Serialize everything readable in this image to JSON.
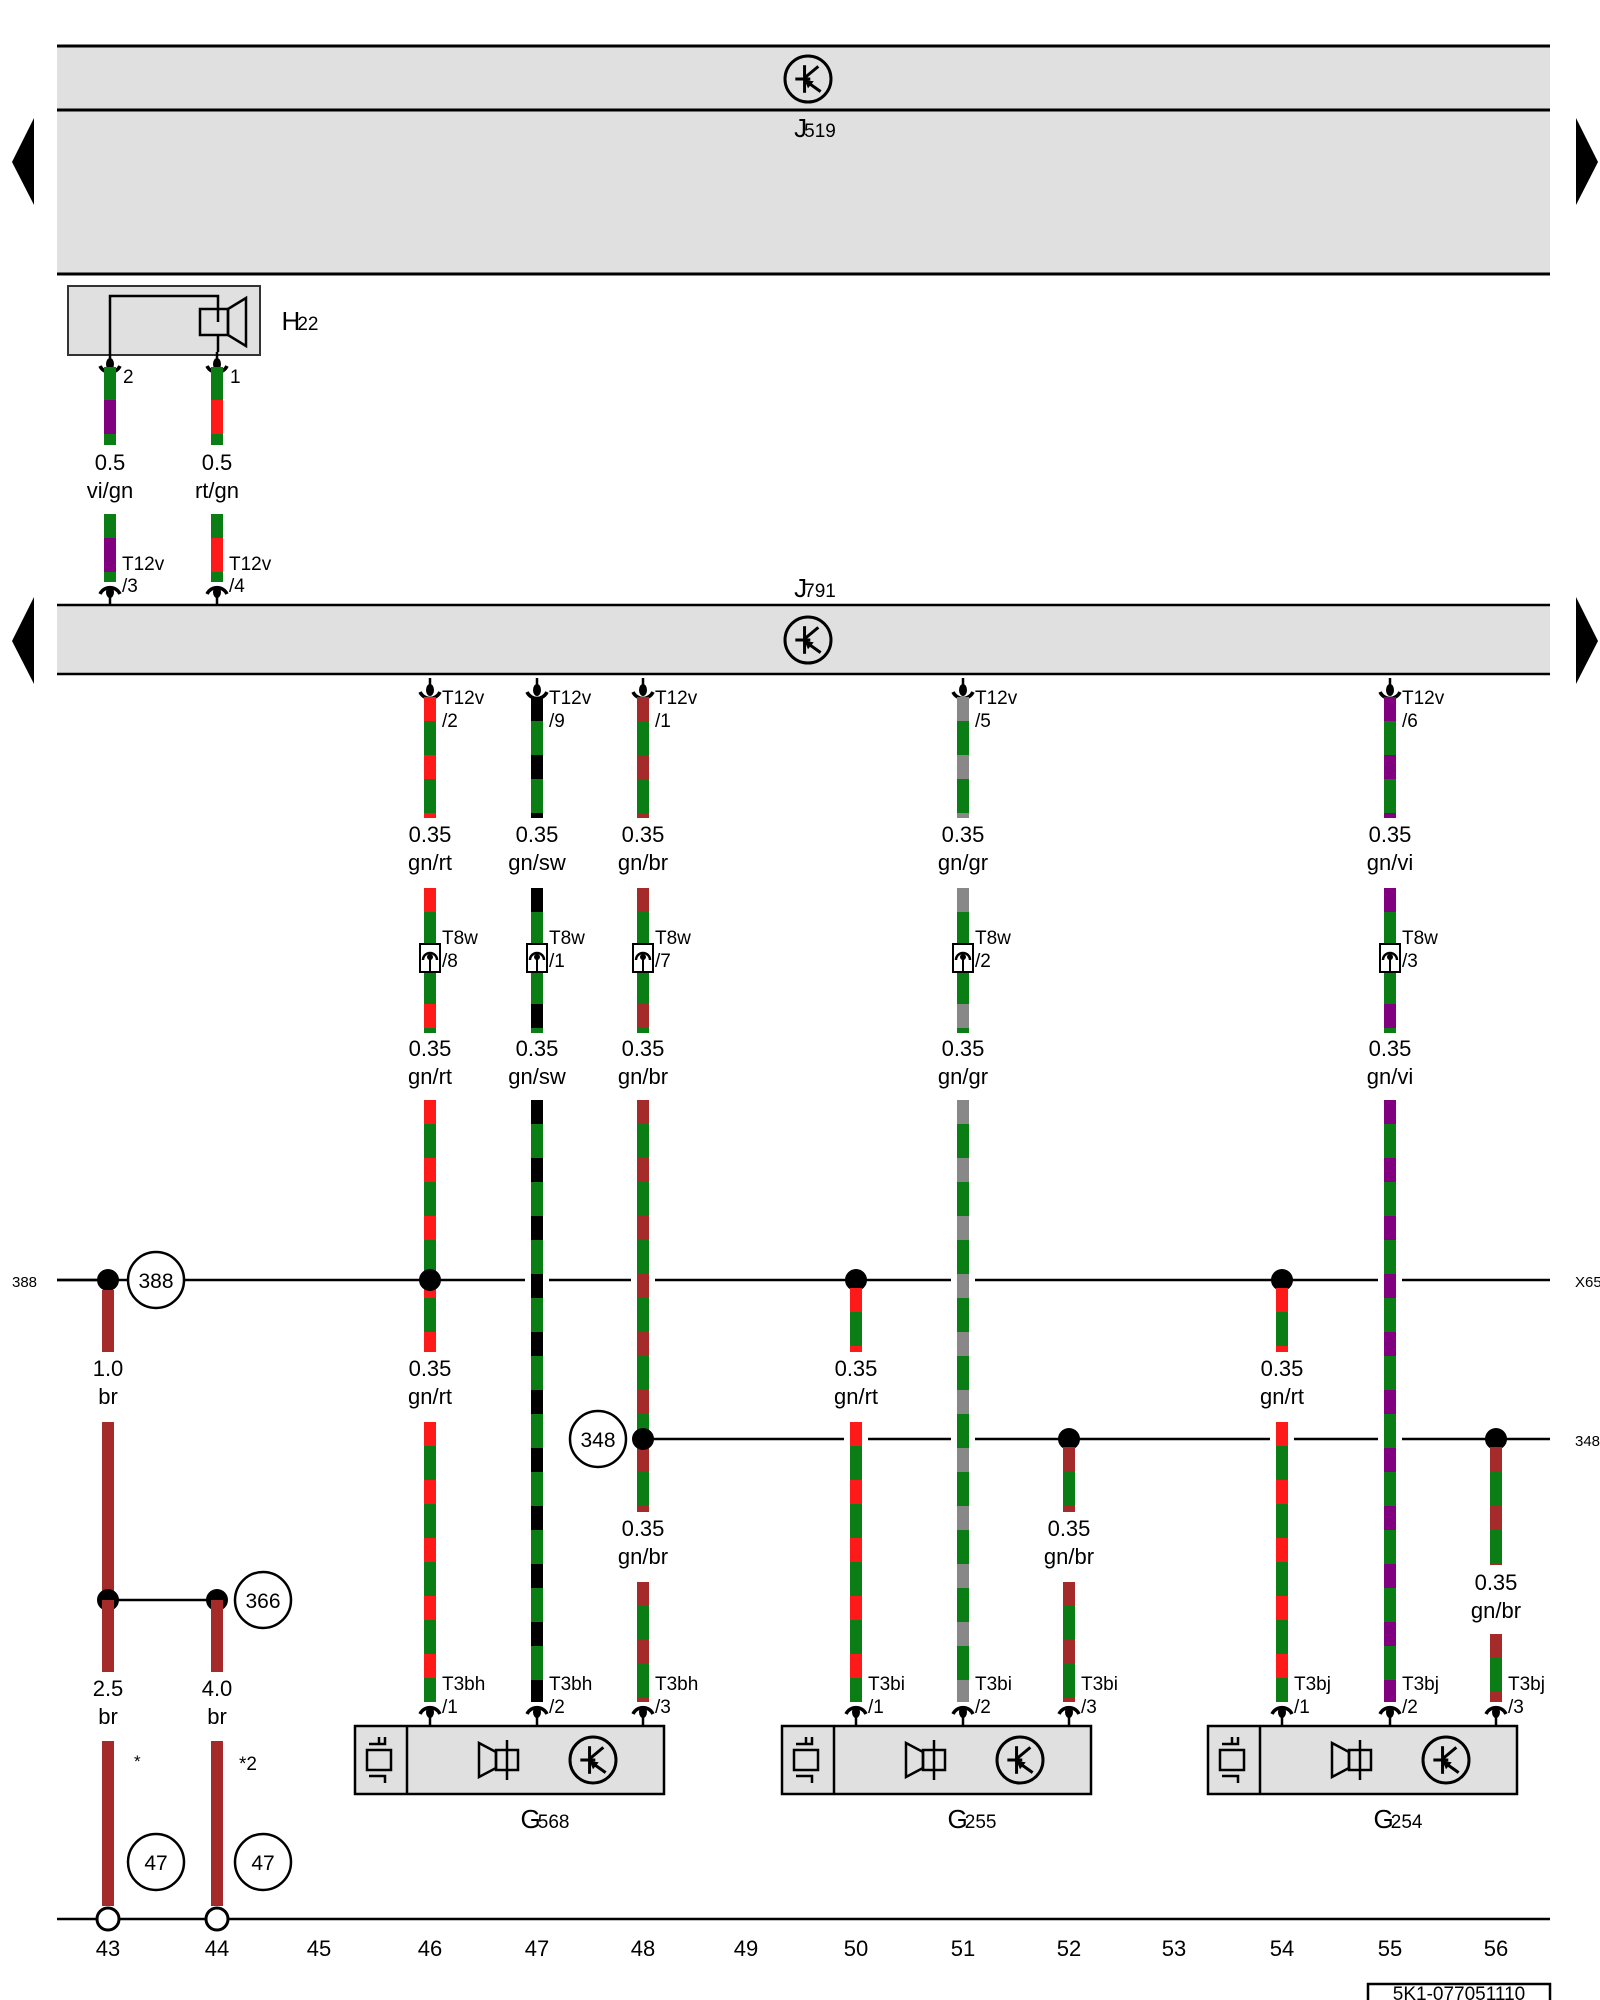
{
  "diagram_code": "5K1-077051110",
  "colors": {
    "gn": "#0a7d14",
    "rt": "#ff1a1a",
    "br": "#a52a2a",
    "sw": "#000000",
    "gr": "#888888",
    "vi": "#800080",
    "box": "#e0e0e0"
  },
  "modules": {
    "J519": {
      "label": "J519",
      "prefix": "J",
      "num": "519"
    },
    "J791": {
      "label": "J791",
      "prefix": "J",
      "num": "791"
    },
    "H22": {
      "label": "H22",
      "prefix": "H",
      "num": "22"
    },
    "G568": {
      "label": "G568",
      "prefix": "G",
      "num": "568"
    },
    "G255": {
      "label": "G255",
      "prefix": "G",
      "num": "255"
    },
    "G254": {
      "label": "G254",
      "prefix": "G",
      "num": "254"
    }
  },
  "h22_wires": [
    {
      "pin_top": "2",
      "size": "0.5",
      "color": "vi/gn",
      "connector": "T12v",
      "pin_bottom": "/3"
    },
    {
      "pin_top": "1",
      "size": "0.5",
      "color": "rt/gn",
      "connector": "T12v",
      "pin_bottom": "/4"
    }
  ],
  "j791_wires": [
    {
      "col": "46",
      "top_conn": "T12v",
      "top_pin": "/2",
      "size1": "0.35",
      "color1": "gn/rt",
      "mid_conn": "T8w",
      "mid_pin": "/8",
      "size2": "0.35",
      "color2": "gn/rt",
      "size3": "0.35",
      "color3": "gn/rt",
      "bot_conn": "T3bh",
      "bot_pin": "/1"
    },
    {
      "col": "47",
      "top_conn": "T12v",
      "top_pin": "/9",
      "size1": "0.35",
      "color1": "gn/sw",
      "mid_conn": "T8w",
      "mid_pin": "/1",
      "size2": "0.35",
      "color2": "gn/sw",
      "bot_conn": "T3bh",
      "bot_pin": "/2"
    },
    {
      "col": "48",
      "top_conn": "T12v",
      "top_pin": "/1",
      "size1": "0.35",
      "color1": "gn/br",
      "mid_conn": "T8w",
      "mid_pin": "/7",
      "size2": "0.35",
      "color2": "gn/br",
      "size3": "0.35",
      "color3": "gn/br",
      "bot_conn": "T3bh",
      "bot_pin": "/3"
    },
    {
      "col": "51",
      "top_conn": "T12v",
      "top_pin": "/5",
      "size1": "0.35",
      "color1": "gn/gr",
      "mid_conn": "T8w",
      "mid_pin": "/2",
      "size2": "0.35",
      "color2": "gn/gr",
      "bot_conn": "T3bi",
      "bot_pin": "/2"
    },
    {
      "col": "55",
      "top_conn": "T12v",
      "top_pin": "/6",
      "size1": "0.35",
      "color1": "gn/vi",
      "mid_conn": "T8w",
      "mid_pin": "/3",
      "size2": "0.35",
      "color2": "gn/vi",
      "bot_conn": "T3bj",
      "bot_pin": "/2"
    }
  ],
  "branch_wires": [
    {
      "col": "50",
      "size": "0.35",
      "color": "gn/rt",
      "bot_conn": "T3bi",
      "bot_pin": "/1"
    },
    {
      "col": "52",
      "size": "0.35",
      "color": "gn/br",
      "bot_conn": "T3bi",
      "bot_pin": "/3"
    },
    {
      "col": "54",
      "size": "0.35",
      "color": "gn/rt",
      "bot_conn": "T3bj",
      "bot_pin": "/1"
    },
    {
      "col": "56",
      "size": "0.35",
      "color": "gn/br",
      "bot_conn": "T3bj",
      "bot_pin": "/3"
    }
  ],
  "ground": {
    "w1": {
      "size": "1.0",
      "color": "br"
    },
    "w2": {
      "size": "2.5",
      "color": "br",
      "note": "*"
    },
    "w3": {
      "size": "4.0",
      "color": "br",
      "note": "*2"
    },
    "refs": {
      "r388": "388",
      "r366": "366",
      "r47a": "47",
      "r47b": "47",
      "r348": "348"
    }
  },
  "line_labels": {
    "left_388": "388",
    "right_x65": "X65",
    "right_348": "348"
  },
  "columns": [
    "43",
    "44",
    "45",
    "46",
    "47",
    "48",
    "49",
    "50",
    "51",
    "52",
    "53",
    "54",
    "55",
    "56"
  ]
}
